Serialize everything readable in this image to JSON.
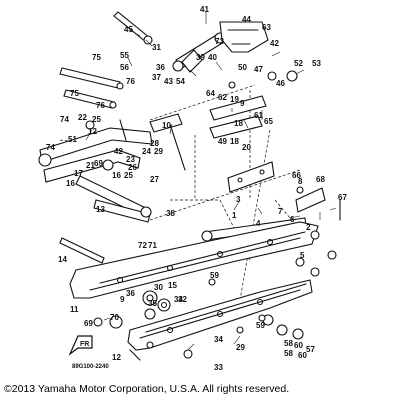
{
  "diagram": {
    "code": "89G100-2240",
    "copyright": "©2013 Yamaha Motor Corporation, U.S.A. All rights reserved.",
    "logo": "FR",
    "callouts": [
      "41",
      "44",
      "63",
      "45",
      "31",
      "42",
      "73",
      "55",
      "56",
      "36",
      "52",
      "53",
      "39",
      "40",
      "50",
      "47",
      "46",
      "75",
      "37",
      "43",
      "54",
      "76",
      "75",
      "76",
      "64",
      "62",
      "19",
      "9",
      "22",
      "74",
      "25",
      "61",
      "18",
      "65",
      "12",
      "10",
      "49",
      "18",
      "20",
      "28",
      "24",
      "29",
      "3",
      "51",
      "74",
      "42",
      "2",
      "26",
      "21",
      "8",
      "66",
      "68",
      "14",
      "23",
      "27",
      "17",
      "69",
      "4",
      "16",
      "16",
      "25",
      "13",
      "38",
      "1",
      "67",
      "72",
      "71",
      "34",
      "58",
      "7",
      "6",
      "5",
      "15",
      "32",
      "60",
      "11",
      "70",
      "69",
      "59",
      "36",
      "30",
      "35",
      "59",
      "9",
      "34",
      "33",
      "29",
      "12",
      "58",
      "60",
      "57"
    ]
  }
}
